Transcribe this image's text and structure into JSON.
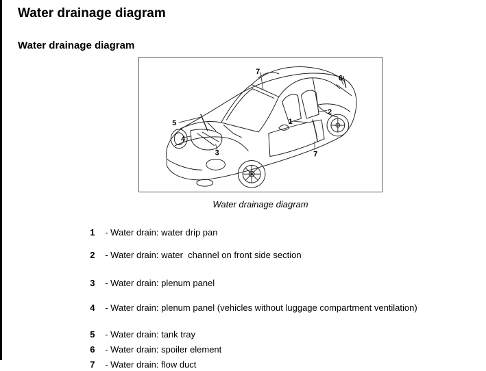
{
  "page": {
    "title": "Water drainage diagram",
    "section_title": "Water drainage diagram"
  },
  "figure": {
    "caption": "Water drainage diagram",
    "callouts": [
      "7",
      "6",
      "5",
      "4",
      "3",
      "1",
      "2",
      "7"
    ]
  },
  "legend": [
    {
      "num": "1",
      "text": "- Water drain: water drip pan"
    },
    {
      "num": "2",
      "text": "- Water drain: water  channel on front side section"
    },
    {
      "num": "3",
      "text": "- Water drain: plenum panel"
    },
    {
      "num": "4",
      "text": "- Water drain: plenum panel (vehicles without luggage compartment ventilation)"
    },
    {
      "num": "5",
      "text": "- Water drain: tank tray"
    },
    {
      "num": "6",
      "text": "- Water drain: spoiler element"
    },
    {
      "num": "7",
      "text": "- Water drain: flow duct"
    }
  ]
}
